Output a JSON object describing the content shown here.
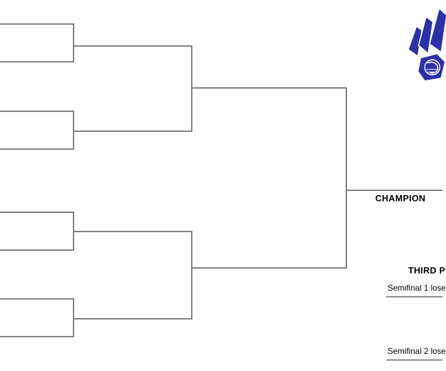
{
  "diagram": {
    "type": "single-elimination-tournament-bracket",
    "title_visible": false,
    "rounds": 3,
    "slot_count": 8,
    "line_color": "#7f7f7f",
    "accent_color": "#2b31a8"
  },
  "labels": {
    "champion": "CHAMPION",
    "third_place": "THIRD P",
    "semifinal_1_loser": "Semifinal 1 lose",
    "semifinal_2_loser": "Semifinal 2 lose"
  },
  "brackets": {
    "quarterfinal_slots": [
      {
        "id": "qf1",
        "text": ""
      },
      {
        "id": "qf2",
        "text": ""
      },
      {
        "id": "qf3",
        "text": ""
      },
      {
        "id": "qf4",
        "text": ""
      },
      {
        "id": "qf5",
        "text": ""
      },
      {
        "id": "qf6",
        "text": ""
      },
      {
        "id": "qf7",
        "text": ""
      },
      {
        "id": "qf8",
        "text": ""
      }
    ],
    "semifinal_slots": [
      {
        "id": "sf1",
        "text": ""
      },
      {
        "id": "sf2",
        "text": ""
      },
      {
        "id": "sf3",
        "text": ""
      },
      {
        "id": "sf4",
        "text": ""
      }
    ],
    "final_slots": [
      {
        "id": "f1",
        "text": ""
      },
      {
        "id": "f2",
        "text": ""
      }
    ],
    "champion_slot": {
      "id": "champ",
      "text": ""
    },
    "third_place_slots": [
      {
        "id": "tp1",
        "text": ""
      },
      {
        "id": "tp2",
        "text": ""
      }
    ]
  },
  "logo": {
    "name": "blue-fan-emblem",
    "petal_color": "#2b31a8",
    "petal_outline": "#1b1f7a",
    "petal_count": 3,
    "badge_color": "#2b31a8"
  }
}
